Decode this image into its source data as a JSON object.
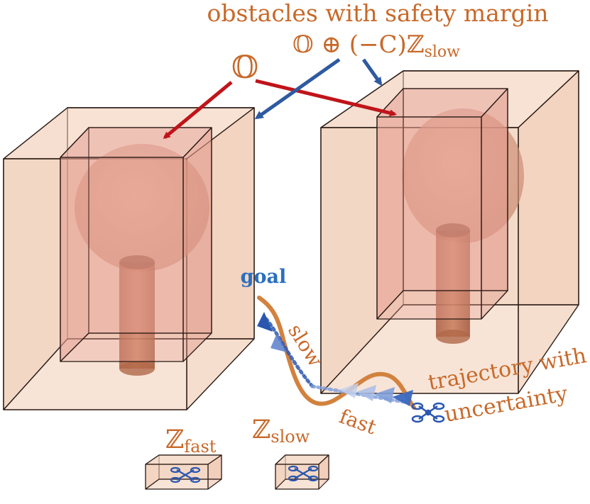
{
  "labels": {
    "title": "obstacles with safety margin",
    "formula": "𝕆 ⊕ (−C)ℤ",
    "formula_sub": "slow",
    "obstacle": "𝕆",
    "goal": "goal",
    "slow": "slow",
    "fast": "fast",
    "trajectory_line1": "trajectory with",
    "trajectory_line2": "uncertainty",
    "z_fast": "ℤ",
    "z_fast_sub": "fast",
    "z_slow": "ℤ",
    "z_slow_sub": "slow"
  },
  "colors": {
    "label_orange": "#c8692a",
    "arrow_red": "#c0141a",
    "arrow_blue": "#2e5aa0",
    "goal_blue": "#2a6fc0",
    "outer_box_fill": "#f2d2bc",
    "inner_box_fill": "#e8a49a",
    "trajectory_orange": "#d2823e",
    "drone_blue": "#2a56b0"
  }
}
